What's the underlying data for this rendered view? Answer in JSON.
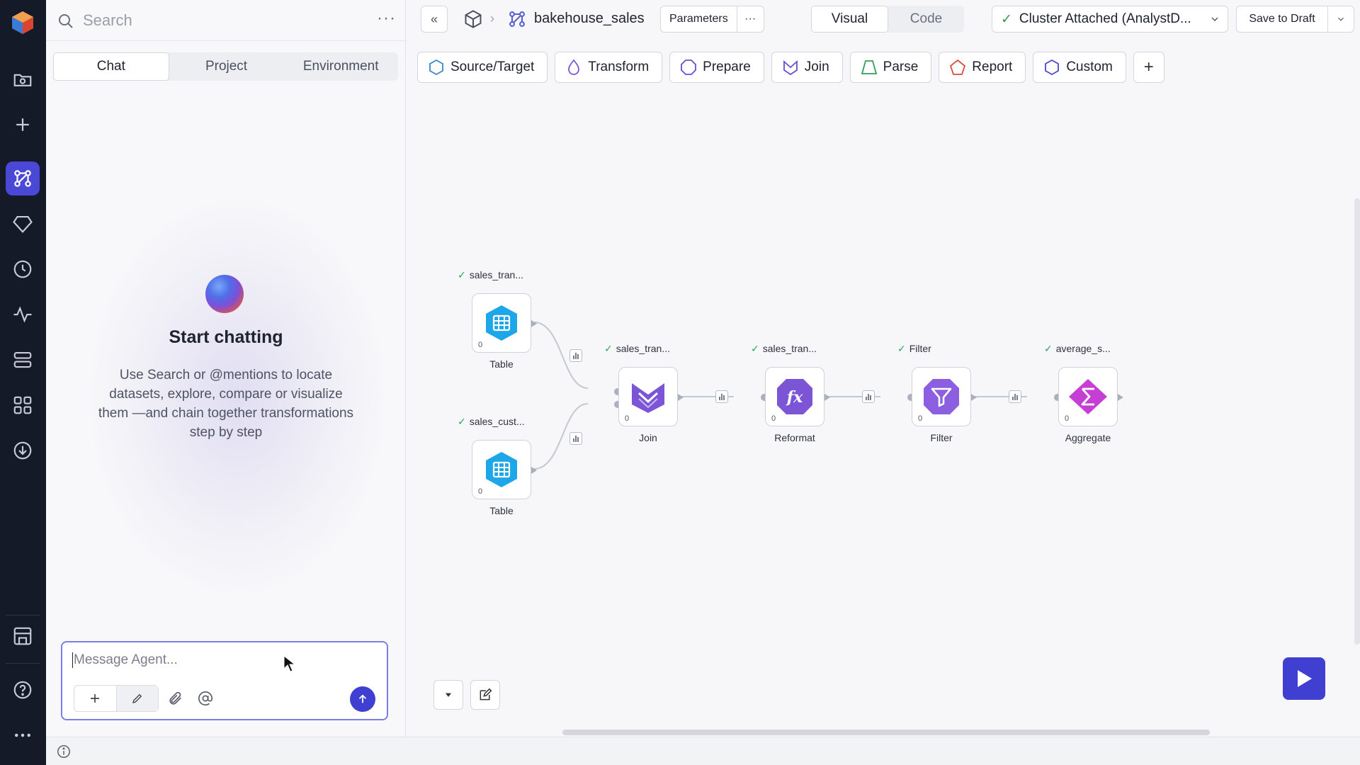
{
  "sidebar_panel": {
    "search_placeholder": "Search",
    "tabs": [
      "Chat",
      "Project",
      "Environment"
    ],
    "active_tab": "Chat",
    "chat": {
      "title": "Start chatting",
      "description": "Use Search or @mentions to locate datasets, explore, compare or visualize them —and chain together transformations step by step",
      "input_placeholder": "Message Agent..."
    }
  },
  "header": {
    "pipeline_name": "bakehouse_sales",
    "parameters_label": "Parameters",
    "view_modes": [
      "Visual",
      "Code"
    ],
    "active_view": "Visual",
    "cluster_label": "Cluster Attached (AnalystD...",
    "save_label": "Save to Draft"
  },
  "gem_categories": [
    {
      "label": "Source/Target",
      "color": "#3a86c8"
    },
    {
      "label": "Transform",
      "color": "#7b55d6"
    },
    {
      "label": "Prepare",
      "color": "#6a4fd0"
    },
    {
      "label": "Join",
      "color": "#6a4fd0"
    },
    {
      "label": "Parse",
      "color": "#2f9e5a"
    },
    {
      "label": "Report",
      "color": "#d94a3a"
    },
    {
      "label": "Custom",
      "color": "#4a48d6"
    }
  ],
  "nodes": [
    {
      "id": "src1",
      "name": "sales_tran...",
      "type": "Table",
      "count": "0",
      "color": "#1ea7e8"
    },
    {
      "id": "src2",
      "name": "sales_cust...",
      "type": "Table",
      "count": "0",
      "color": "#1ea7e8"
    },
    {
      "id": "join",
      "name": "sales_tran...",
      "type": "Join",
      "count": "0",
      "color": "#7b55d6"
    },
    {
      "id": "reformat",
      "name": "sales_tran...",
      "type": "Reformat",
      "count": "0",
      "color": "#7b55d6"
    },
    {
      "id": "filter",
      "name": "Filter",
      "type": "Filter",
      "count": "0",
      "color": "#8b5fe0"
    },
    {
      "id": "aggregate",
      "name": "average_s...",
      "type": "Aggregate",
      "count": "0",
      "color": "#c63fd4"
    }
  ],
  "colors": {
    "accent": "#3f3fd2",
    "rail_bg": "#141a28",
    "success": "#2f9e5a"
  }
}
